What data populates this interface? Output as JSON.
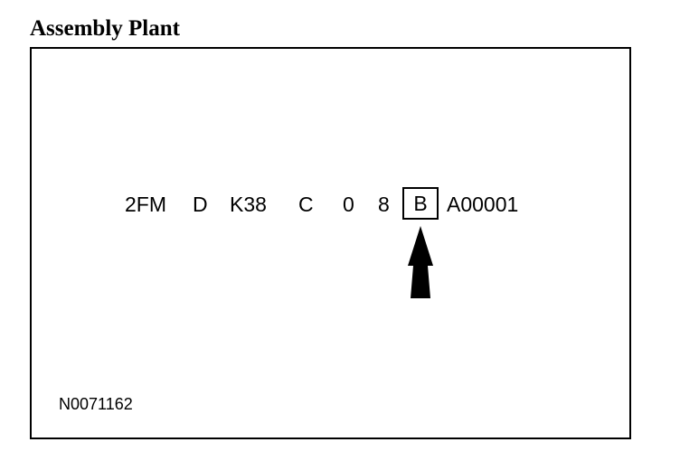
{
  "title": "Assembly Plant",
  "vin": {
    "segments": [
      "2FM",
      "D",
      "K38",
      "C",
      "0",
      "8",
      "B",
      "A00001"
    ],
    "highlighted": "B"
  },
  "reference_number": "N0071162",
  "colors": {
    "ink": "#000000",
    "background": "#ffffff"
  }
}
